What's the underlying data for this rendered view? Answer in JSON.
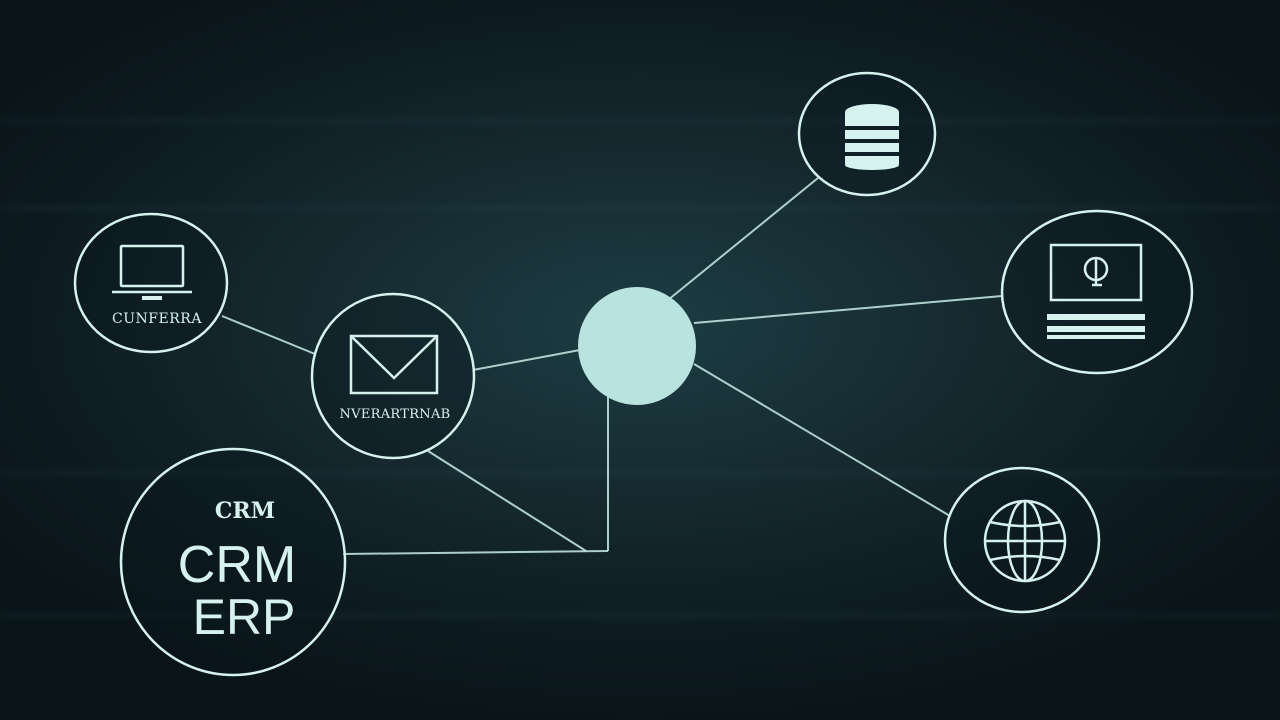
{
  "nodes": {
    "computer": {
      "label": "CUNFERRA",
      "icon": "desktop-computer-icon"
    },
    "email": {
      "label": "NVERARTRNAB",
      "icon": "envelope-icon"
    },
    "crm_erp": {
      "small_label": "CRM",
      "line1": "CRM",
      "line2": "ERP"
    },
    "database": {
      "icon": "database-icon"
    },
    "monitor": {
      "icon": "monitor-at-sign-icon"
    },
    "globe": {
      "icon": "globe-icon"
    },
    "hub": {
      "icon": "hub-node"
    }
  },
  "colors": {
    "background": "#0c1a1f",
    "stroke": "#d6f2ee",
    "hub": "#b8e3df"
  }
}
